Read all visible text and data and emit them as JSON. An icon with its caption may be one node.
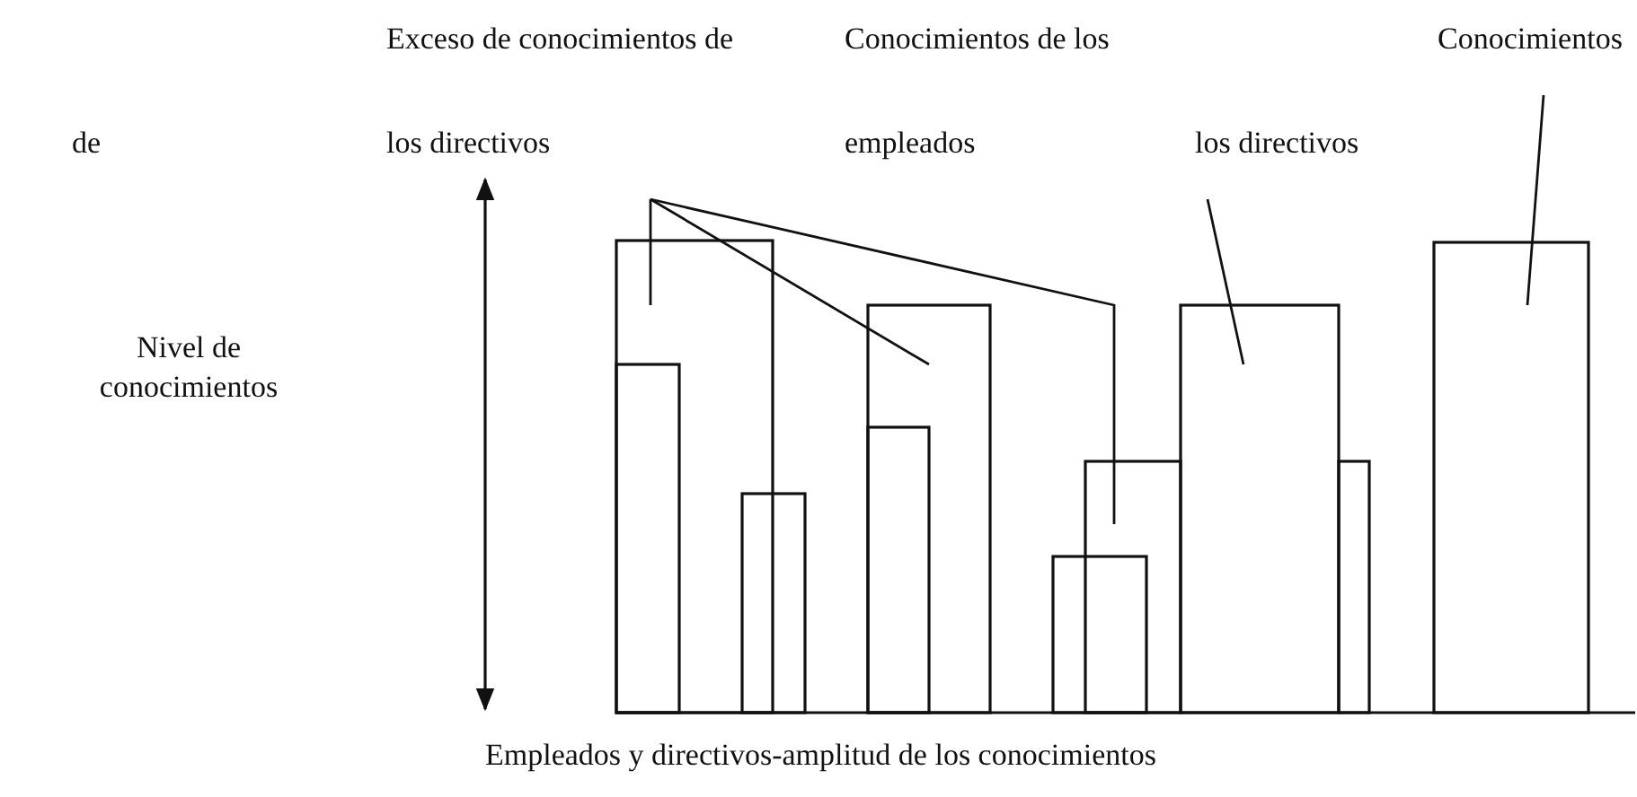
{
  "diagram": {
    "nodes": [
      {
        "text": [
          "Exceso de conocimientos de los directivos"
        ]
      },
      {
        "text": [
          "los directivos"
        ]
      },
      {
        "text": [
          "Conocimientos"
        ]
      }
    ],
    "edges": [
      {
        "from": 0,
        "to": null,
        "arrow": "none"
      },
      {
        "from": 0,
        "to": null,
        "arrow": "none"
      },
      {
        "from": 0,
        "to": null,
        "arrow": "none"
      },
      {
        "from": 1,
        "to": null,
        "arrow": "none"
      },
      {
        "from": 2,
        "to": null,
        "arrow": "none"
      }
    ],
    "labels": [
      "Conocimientos de los empleados",
      "de",
      "Nivel de conocimientos",
      "Empleados y directivos-amplitud de los conocimientos"
    ]
  }
}
